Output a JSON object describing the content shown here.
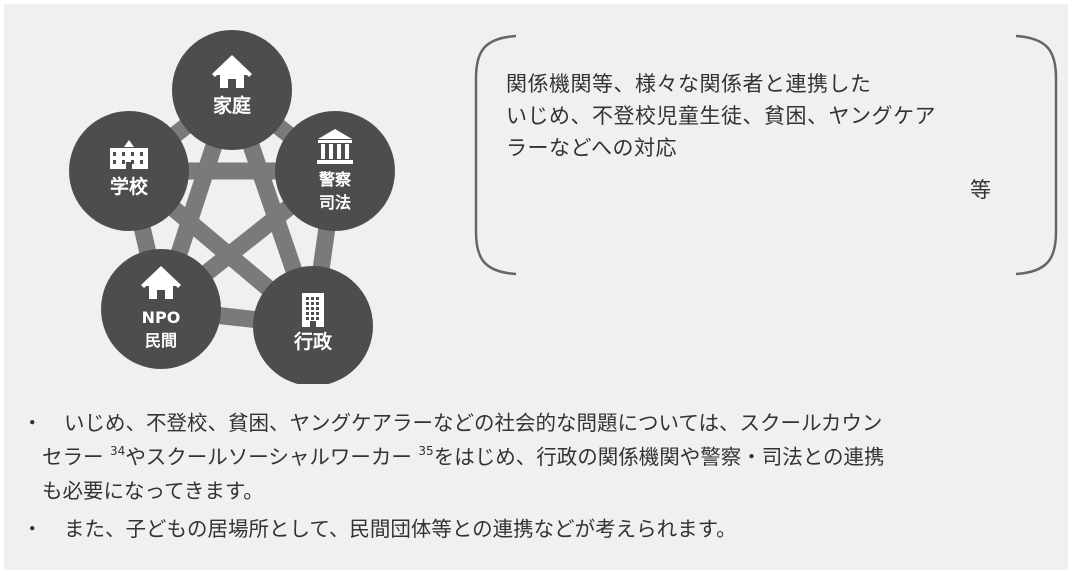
{
  "diagram": {
    "nodes": [
      {
        "id": "home",
        "lines": [
          "家庭"
        ],
        "icon": "house-icon"
      },
      {
        "id": "police",
        "lines": [
          "警察",
          "司法"
        ],
        "icon": "courthouse-icon"
      },
      {
        "id": "admin",
        "lines": [
          "行政"
        ],
        "icon": "office-building-icon"
      },
      {
        "id": "npo",
        "lines": [
          "NPO",
          "民間"
        ],
        "icon": "house-icon"
      },
      {
        "id": "school",
        "lines": [
          "学校"
        ],
        "icon": "school-icon"
      }
    ],
    "colors": {
      "node": "#4d4d4d",
      "link": "#7a7a7a",
      "panel": "#f0f0f0",
      "bracket": "#666666"
    }
  },
  "box": {
    "lines": [
      "関係機関等、様々な関係者と連携した",
      "いじめ、不登校児童生徒、貧困、ヤングケア",
      "ラーなどへの対応"
    ],
    "suffix": "等"
  },
  "notes": {
    "bullet": "・",
    "note1": {
      "line1": "いじめ、不登校、貧困、ヤングケアラーなどの社会的な問題については、スクールカウン",
      "line2a": "セラー ",
      "sup1": "34",
      "line2b": "やスクールソーシャルワーカー ",
      "sup2": "35",
      "line2c": "をはじめ、行政の関係機関や警察・司法との連携",
      "line3": "も必要になってきます。"
    },
    "note2": "また、子どもの居場所として、民間団体等との連携などが考えられます。"
  }
}
